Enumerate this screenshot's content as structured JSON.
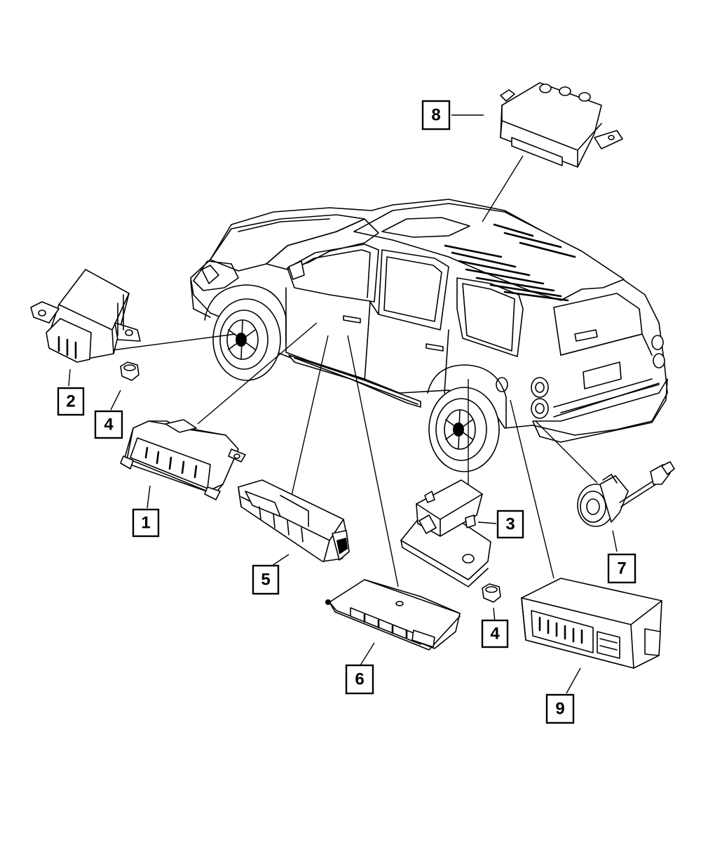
{
  "diagram": {
    "callouts": [
      {
        "id": "c1",
        "label": "1"
      },
      {
        "id": "c2",
        "label": "2"
      },
      {
        "id": "c3",
        "label": "3"
      },
      {
        "id": "c4a",
        "label": "4"
      },
      {
        "id": "c4b",
        "label": "4"
      },
      {
        "id": "c5",
        "label": "5"
      },
      {
        "id": "c6",
        "label": "6"
      },
      {
        "id": "c7",
        "label": "7"
      },
      {
        "id": "c8",
        "label": "8"
      },
      {
        "id": "c9",
        "label": "9"
      }
    ]
  }
}
